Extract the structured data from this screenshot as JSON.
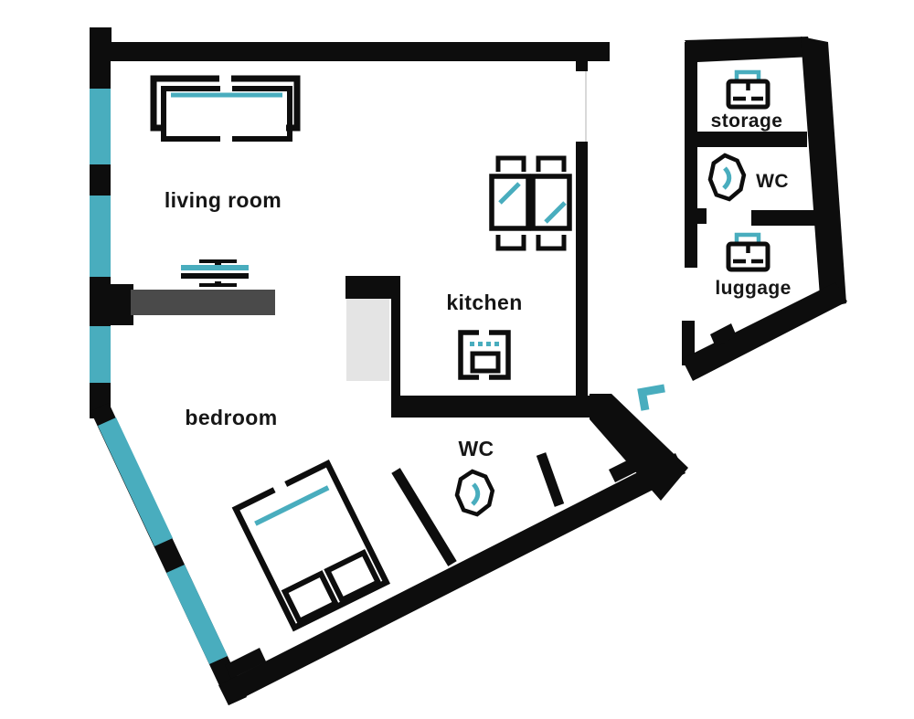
{
  "colors": {
    "wall": "#0d0d0d",
    "accent": "#49adbe",
    "divider": "#4a4a4a",
    "counter": "#e4e4e4"
  },
  "rooms": {
    "living_room": {
      "label": "living room",
      "furniture": [
        "sofa-icon",
        "coffee-table-icon",
        "sideboard-block"
      ]
    },
    "kitchen": {
      "label": "kitchen",
      "furniture": [
        "dining-table-icon",
        "stove-icon",
        "counter-block"
      ]
    },
    "bedroom": {
      "label": "bedroom",
      "furniture": [
        "double-bed-icon"
      ]
    },
    "wc_main": {
      "label": "WC",
      "furniture": [
        "toilet-icon"
      ]
    },
    "storage": {
      "label": "storage",
      "furniture": [
        "suitcase-icon"
      ]
    },
    "wc_annex": {
      "label": "WC",
      "furniture": [
        "toilet-icon"
      ]
    },
    "luggage": {
      "label": "luggage",
      "furniture": [
        "suitcase-icon"
      ]
    }
  },
  "symbols": {
    "entrance_door": "door-swing-icon",
    "windows": "window-segment"
  }
}
